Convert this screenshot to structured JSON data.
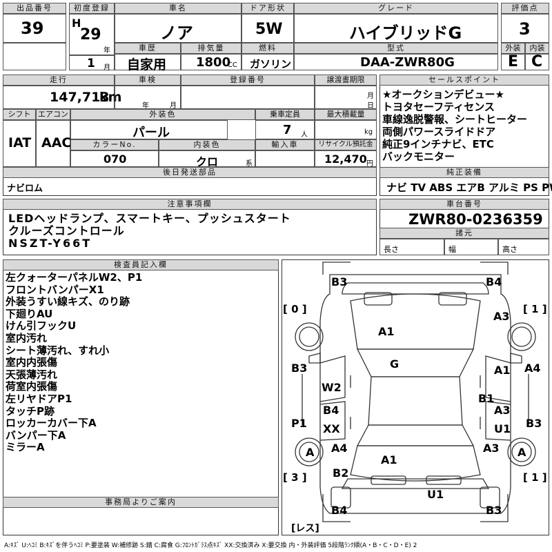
{
  "headers": {
    "lot_no": "出品番号",
    "first_reg": "初度登録",
    "car_name": "車名",
    "door": "ドア形状",
    "grade": "グレード",
    "score": "評価点",
    "history": "車歴",
    "displacement": "排気量",
    "fuel": "燃料",
    "model_code": "型式",
    "exterior": "外装",
    "interior": "内装",
    "mileage": "走行",
    "inspection": "車検",
    "reg_no": "登録番号",
    "transfer_deadline": "譲渡書期限",
    "sales_points": "セールスポイント",
    "shift": "シフト",
    "aircon": "エアコン",
    "ext_color": "外装色",
    "capacity": "乗車定員",
    "max_load": "最大積載量",
    "color_no": "カラーNo.",
    "int_color": "内装色",
    "import": "輸入車",
    "recycle": "リサイクル預託金",
    "later_parts": "後日発送部品",
    "genuine": "純正装備",
    "notes": "注意事項欄",
    "chassis": "車台番号",
    "dims": "諸元",
    "inspector": "検査員記入欄",
    "office": "事務局よりご案内"
  },
  "units": {
    "year": "年",
    "month": "月",
    "cc": "CC",
    "km": "km",
    "insp_year": "年",
    "insp_month": "月",
    "tr_month": "月",
    "tr_day": "日",
    "persons": "人",
    "kg": "kg",
    "kei": "系",
    "yen": "円",
    "len": "長さ",
    "width": "幅",
    "height": "高さ"
  },
  "vehicle": {
    "lot_no": "39",
    "era": "H",
    "year": "29",
    "month": "1",
    "car_name": "ノア",
    "door": "5W",
    "grade": "ハイブリッドG",
    "score": "3",
    "history": "自家用",
    "displacement": "1800",
    "fuel": "ガソリン",
    "model_code": "DAA-ZWR80G",
    "exterior_grade": "E",
    "interior_grade": "C",
    "mileage": "147,713",
    "shift": "IAT",
    "aircon": "AAC",
    "ext_color": "パール",
    "capacity": "7",
    "color_no": "070",
    "int_color": "クロ",
    "recycle": "12,470",
    "later_parts": "ナビロム",
    "chassis_no": "ZWR80-0236359"
  },
  "sales_points": [
    "★オークションデビュー★",
    "トヨタセーフティセンス",
    "車線逸脱警報、シートヒーター",
    "両側パワースライドドア",
    "純正9インチナビ、ETC",
    "バックモニター"
  ],
  "genuine_equipment": "ナビ TV ABS エアB アルミ PS PW",
  "notes": [
    "LEDヘッドランプ、スマートキー、プッシュスタート",
    "クルーズコントロール",
    "NSZT-Y66T"
  ],
  "inspector_notes": [
    "左クォーターパネルW2、P1",
    "フロントバンパーX1",
    "外装うすい線キズ、のり跡",
    "下廻りAU",
    "けん引フックU",
    "室内汚れ",
    "シート薄汚れ、すれ小",
    "室内内張傷",
    "天張薄汚れ",
    "荷室内張傷",
    "左リヤドアP1",
    "タッチP跡",
    "ロッカーカバー下A",
    "バンパー下A",
    "ミラーA"
  ],
  "diagram": {
    "tl": "B3",
    "tr": "B4",
    "lf_bracket": "[ 0 ]",
    "rf_bracket": "[ 1 ]",
    "lr_bracket": "[ 3 ]",
    "rr_bracket": "[ 1 ]",
    "rest": "[レス]",
    "labels": {
      "a1_hood": "A1",
      "a3_rf": "A3",
      "g_glass": "G",
      "b3_left": "B3",
      "a1_right": "A1",
      "a4_right": "A4",
      "w2": "W2",
      "b1": "B1",
      "b4_mid": "B4",
      "a3_mid": "A3",
      "p1": "P1",
      "xx": "XX",
      "u1_mid": "U1",
      "b3_right": "B3",
      "a_lr_wheel": "A",
      "a4_lower": "A4",
      "a3_lower": "A3",
      "a_rr_wheel": "A",
      "a1_rear": "A1",
      "b2": "B2",
      "u1_bumper": "U1",
      "b4_bl": "B4",
      "b3_br": "B3"
    }
  },
  "legend": "A:ｷｽﾞ U:ﾍｺﾐ B:ｷｽﾞを伴うﾍｺﾐ P:要塗装 W:補修跡 S:錆 C:腐食 G:ﾌﾛﾝﾄｶﾞﾗｽ点ｷｽﾞ XX:交換済み X:要交換 内・外装評価 5段階ﾗﾝｸ順(A・B・C・D・E) 2"
}
